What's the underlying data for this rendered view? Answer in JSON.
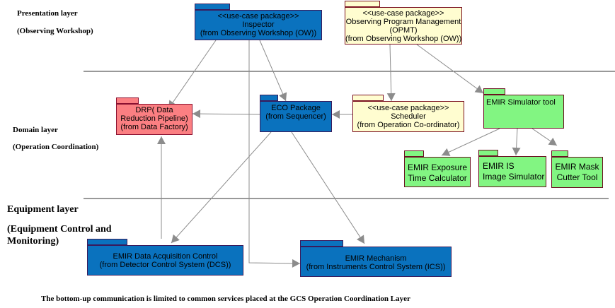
{
  "layers": [
    {
      "name": "Presentation layer",
      "subtitle": "(Observing Workshop)"
    },
    {
      "name": "Domain layer",
      "subtitle": "(Operation Coordination)"
    },
    {
      "name": "Equipment  layer",
      "subtitle_lines": [
        "(Equipment Control and",
        "Monitoring)"
      ]
    }
  ],
  "packages": {
    "inspector": {
      "lines": [
        "<<use-case package>>",
        "Inspector",
        "(from Observing Workshop (OW))"
      ],
      "color": "#0a72be"
    },
    "opmt": {
      "lines": [
        "<<use-case package>>",
        "Observing Program Management",
        "(OPMT)",
        "(from Observing Workshop (OW))"
      ],
      "color": "#fffdd0"
    },
    "drp": {
      "lines": [
        "DRP( Data",
        "Reduction Pipeline)",
        "(from Data Factory)"
      ],
      "color": "#fb7f82"
    },
    "eco": {
      "lines": [
        "ECO Package",
        "(from Sequencer)"
      ],
      "color": "#0a72be"
    },
    "scheduler": {
      "lines": [
        "<<use-case package>>",
        "Scheduler",
        "(from Operation Co-ordinator)"
      ],
      "color": "#fffdd0"
    },
    "simulator": {
      "lines": [
        "EMIR Simulator tool"
      ],
      "color": "#82f582"
    },
    "etc": {
      "lines": [
        "EMIR Exposure",
        "Time Calculator"
      ],
      "color": "#82f582"
    },
    "is": {
      "lines": [
        "EMIR IS",
        "Image Simulator"
      ],
      "color": "#82f582"
    },
    "mask": {
      "lines": [
        "EMIR Mask",
        "Cutter Tool"
      ],
      "color": "#82f582"
    },
    "dac": {
      "lines": [
        "EMIR Data Acquisition Control",
        "(from Detector Control System (DCS))"
      ],
      "color": "#0a72be"
    },
    "mechanism": {
      "lines": [
        "EMIR Mechanism",
        "(from Instruments Control System (ICS))"
      ],
      "color": "#0a72be"
    }
  },
  "dependencies": [
    {
      "from": "inspector",
      "to": "drp"
    },
    {
      "from": "inspector",
      "to": "eco"
    },
    {
      "from": "inspector",
      "to": "mechanism"
    },
    {
      "from": "opmt",
      "to": "scheduler"
    },
    {
      "from": "opmt",
      "to": "simulator"
    },
    {
      "from": "scheduler",
      "to": "eco"
    },
    {
      "from": "eco",
      "to": "drp"
    },
    {
      "from": "eco",
      "to": "dac"
    },
    {
      "from": "eco",
      "to": "mechanism"
    },
    {
      "from": "dac",
      "to": "drp"
    },
    {
      "from": "simulator",
      "to": "etc"
    },
    {
      "from": "simulator",
      "to": "is"
    },
    {
      "from": "simulator",
      "to": "mask"
    }
  ],
  "footer": "The bottom-up communication is limited to common services placed at the  GCS Operation Coordination Layer"
}
